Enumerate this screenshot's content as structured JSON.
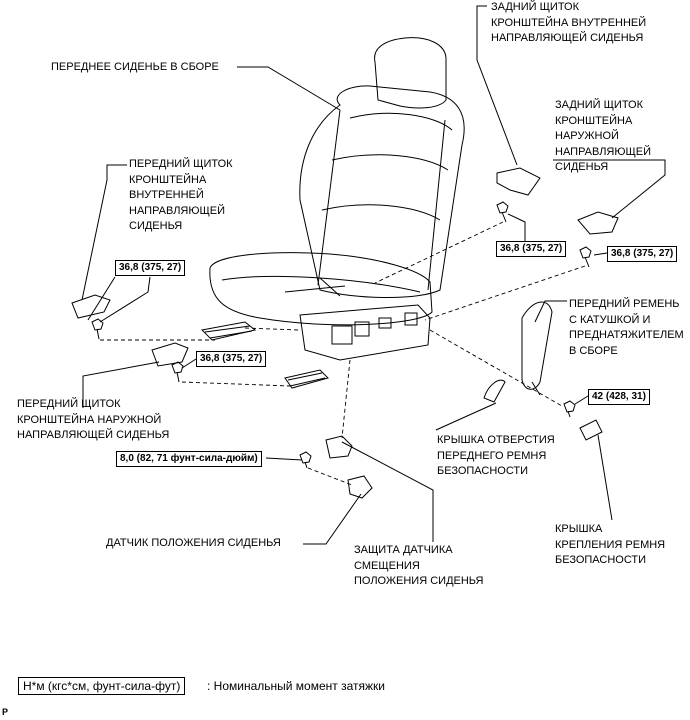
{
  "labels": {
    "rear_inner_guard": "ЗАДНИЙ ЩИТОК\nКРОНШТЕЙНА ВНУТРЕННЕЙ\nНАПРАВЛЯЮЩЕЙ СИДЕНЬЯ",
    "front_seat_assembly": "ПЕРЕДНЕЕ СИДЕНЬЕ В СБОРЕ",
    "rear_outer_guard": "ЗАДНИЙ ЩИТОК\nКРОНШТЕЙНА\nНАРУЖНОЙ\nНАПРАВЛЯЮЩЕЙ\nСИДЕНЬЯ",
    "front_inner_guard": "ПЕРЕДНИЙ ЩИТОК\nКРОНШТЕЙНА\nВНУТРЕННЕЙ\nНАПРАВЛЯЮЩЕЙ\nСИДЕНЬЯ",
    "front_belt": "ПЕРЕДНИЙ РЕМЕНЬ\nС КАТУШКОЙ И\nПРЕДНАТЯЖИТЕЛЕМ\nВ СБОРЕ",
    "front_outer_guard": "ПЕРЕДНИЙ ЩИТОК\nКРОНШТЕЙНА НАРУЖНОЙ\nНАПРАВЛЯЮЩЕЙ СИДЕНЬЯ",
    "belt_hole_cover": "КРЫШКА ОТВЕРСТИЯ\nПЕРЕДНЕГО РЕМНЯ\nБЕЗОПАСНОСТИ",
    "belt_anchor_cover": "КРЫШКА\nКРЕПЛЕНИЯ РЕМНЯ\nБЕЗОПАСНОСТИ",
    "seat_position_sensor": "ДАТЧИК ПОЛОЖЕНИЯ СИДЕНЬЯ",
    "sensor_protector": "ЗАЩИТА ДАТЧИКА\nСМЕЩЕНИЯ\nПОЛОЖЕНИЯ СИДЕНЬЯ"
  },
  "torques": {
    "rear_inner": "36,8 (375, 27)",
    "rear_outer": "36,8 (375, 27)",
    "front_inner": "36,8 (375, 27)",
    "front_outer": "36,8 (375, 27)",
    "belt": "42 (428, 31)",
    "sensor": "8,0 (82, 71 фунт-сила-дюйм)"
  },
  "legend": {
    "unit": "Н*м (кгс*см, фунт-сила-фут)",
    "description": ": Номинальный момент затяжки"
  },
  "corner_mark": "P"
}
